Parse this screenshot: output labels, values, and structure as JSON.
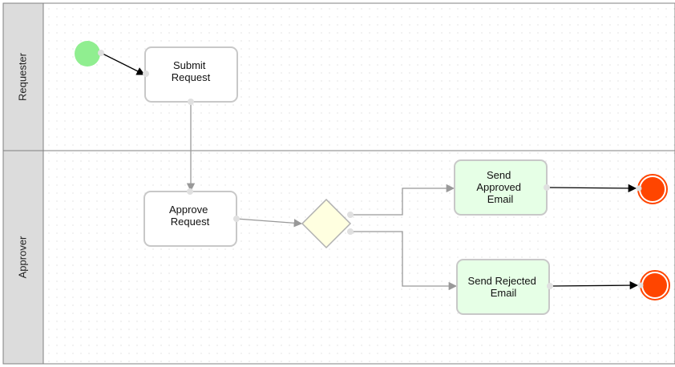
{
  "lanes": [
    {
      "label": "Requester"
    },
    {
      "label": "Approver"
    }
  ],
  "nodes": {
    "submit_request": {
      "lines": [
        "Submit",
        "Request"
      ],
      "fill": "#ffffff",
      "stroke": "#c8c8c8"
    },
    "approve_request": {
      "lines": [
        "Approve",
        "Request"
      ],
      "fill": "#ffffff",
      "stroke": "#c8c8c8"
    },
    "send_approved": {
      "lines": [
        "Send",
        "Approved",
        "Email"
      ],
      "fill": "#e6ffe6",
      "stroke": "#c8c8c8"
    },
    "send_rejected": {
      "lines": [
        "Send Rejected",
        "Email"
      ],
      "fill": "#e6ffe6",
      "stroke": "#c8c8c8"
    }
  },
  "events": {
    "start": {
      "fill": "#90ee90"
    },
    "end": {
      "fill": "#ff4500",
      "ring": "#ff4500"
    }
  },
  "gateway": {
    "fill": "#ffffe0",
    "stroke": "#b0b0b0"
  },
  "colors": {
    "lane_header": "#dcdcdc",
    "lane_border": "#808080",
    "grid_dot": "#d0d0d0",
    "flow_gray": "#999999",
    "flow_black": "#000000",
    "port": "#e0e0e0"
  }
}
